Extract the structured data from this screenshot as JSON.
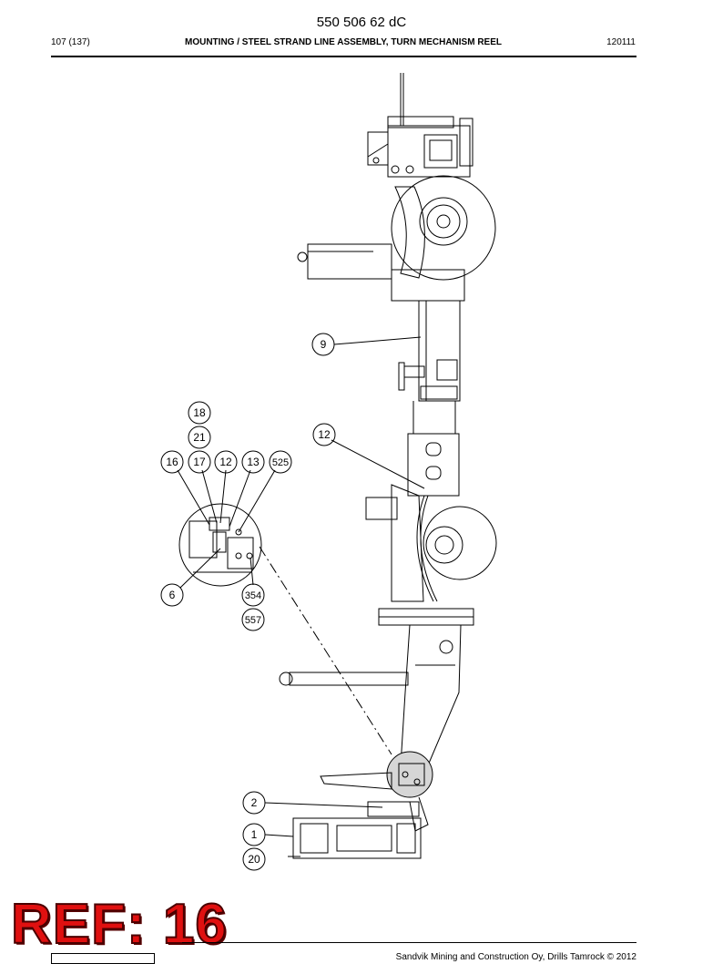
{
  "header": {
    "doc_number": "550 506 62 dC",
    "page_info": "107 (137)",
    "title": "MOUNTING / STEEL STRAND LINE ASSEMBLY, TURN MECHANISM REEL",
    "date_code": "120111"
  },
  "callouts": {
    "c9": "9",
    "c12_main": "12",
    "c18": "18",
    "c21": "21",
    "c16": "16",
    "c17": "17",
    "c12_detail": "12",
    "c13": "13",
    "c525": "525",
    "c6": "6",
    "c354": "354",
    "c557": "557",
    "c2": "2",
    "c1": "1",
    "c20": "20"
  },
  "stamp": {
    "text": "REF: 16"
  },
  "footer": {
    "copyright": "Sandvik Mining and Construction Oy, Drills Tamrock © 2012"
  }
}
